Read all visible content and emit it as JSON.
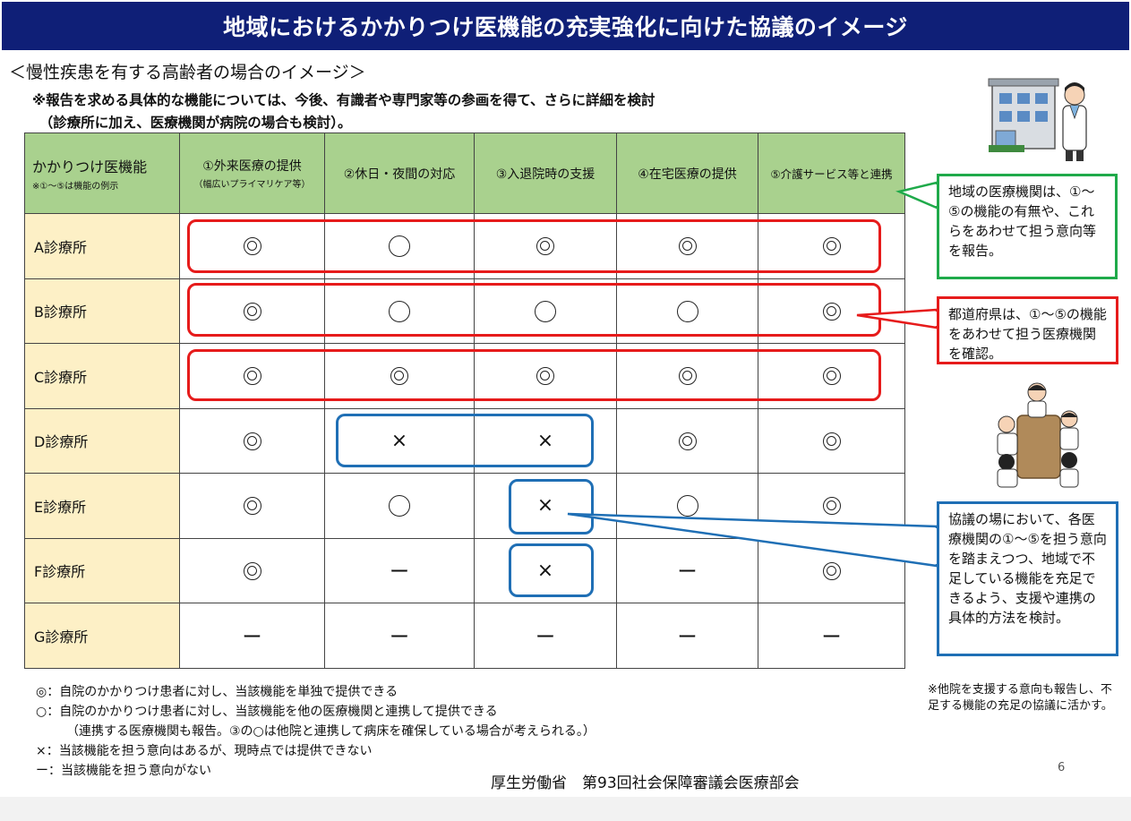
{
  "title": "地域におけるかかりつけ医機能の充実強化に向けた協議のイメージ",
  "subtitle": "＜慢性疾患を有する高齢者の場合のイメージ＞",
  "note_lines": [
    "※報告を求める具体的な機能については、今後、有識者や専門家等の参画を得て、さらに詳細を検討",
    "　（診療所に加え、医療機関が病院の場合も検討）。"
  ],
  "table": {
    "corner_label": "かかりつけ医機能",
    "corner_sublabel": "※①～⑤は機能の例示",
    "columns": [
      {
        "label": "①外来医療の提供",
        "sublabel": "（幅広いプライマリケア等）"
      },
      {
        "label": "②休日・夜間の対応",
        "sublabel": ""
      },
      {
        "label": "③入退院時の支援",
        "sublabel": ""
      },
      {
        "label": "④在宅医療の提供",
        "sublabel": ""
      },
      {
        "label": "⑤介護サービス等と連携",
        "sublabel": ""
      }
    ],
    "rows": [
      {
        "label": "A診療所",
        "cells": [
          "◎",
          "〇",
          "◎",
          "◎",
          "◎"
        ]
      },
      {
        "label": "B診療所",
        "cells": [
          "◎",
          "〇",
          "〇",
          "〇",
          "◎"
        ]
      },
      {
        "label": "C診療所",
        "cells": [
          "◎",
          "◎",
          "◎",
          "◎",
          "◎"
        ]
      },
      {
        "label": "D診療所",
        "cells": [
          "◎",
          "×",
          "×",
          "◎",
          "◎"
        ]
      },
      {
        "label": "E診療所",
        "cells": [
          "◎",
          "〇",
          "×",
          "〇",
          "◎"
        ]
      },
      {
        "label": "F診療所",
        "cells": [
          "◎",
          "ー",
          "×",
          "ー",
          "◎"
        ]
      },
      {
        "label": "G診療所",
        "cells": [
          "ー",
          "ー",
          "ー",
          "ー",
          "ー"
        ]
      }
    ]
  },
  "callouts": {
    "green": "地域の医療機関は、①～⑤の機能の有無や、これらをあわせて担う意向等を報告。",
    "red": "都道府県は、①～⑤の機能をあわせて担う医療機関を確認。",
    "blue": "協議の場において、各医療機関の①～⑤を担う意向を踏まえつつ、地域で不足している機能を充足できるよう、支援や連携の具体的方法を検討。"
  },
  "legend": [
    {
      "text": "◎：自院のかかりつけ患者に対し、当該機能を単独で提供できる",
      "indent": false
    },
    {
      "text": "○：自院のかかりつけ患者に対し、当該機能を他の医療機関と連携して提供できる",
      "indent": false
    },
    {
      "text": "（連携する医療機関も報告。③の○は他院と連携して病床を確保している場合が考えられる。）",
      "indent": true
    },
    {
      "text": "×：当該機能を担う意向はあるが、現時点では提供できない",
      "indent": false
    },
    {
      "text": "ー：当該機能を担う意向がない",
      "indent": false
    }
  ],
  "side_note": "※他院を支援する意向も報告し、不足する機能の充足の協議に活かす。",
  "source": "厚生労働省　第93回社会保障審議会医療部会",
  "page_number": "6",
  "colors": {
    "title_bg": "#0f1f77",
    "header_bg": "#a9d18e",
    "rowlabel_bg": "#fdf0c6",
    "red": "#e61b1b",
    "blue": "#1f6fb5",
    "green": "#1faa4a"
  }
}
